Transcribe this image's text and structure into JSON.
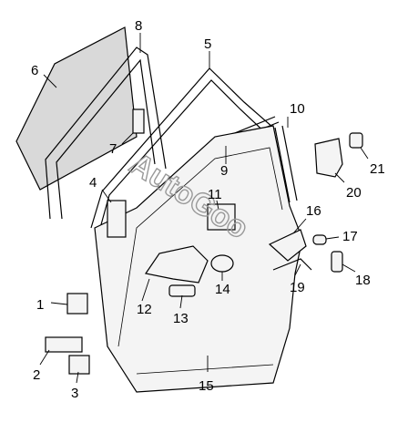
{
  "diagram": {
    "callouts": [
      {
        "id": "1",
        "text": "1"
      },
      {
        "id": "2",
        "text": "2"
      },
      {
        "id": "3",
        "text": "3"
      },
      {
        "id": "4",
        "text": "4"
      },
      {
        "id": "5",
        "text": "5"
      },
      {
        "id": "6",
        "text": "6"
      },
      {
        "id": "7",
        "text": "7"
      },
      {
        "id": "8",
        "text": "8"
      },
      {
        "id": "9",
        "text": "9"
      },
      {
        "id": "10",
        "text": "10"
      },
      {
        "id": "11",
        "text": "11"
      },
      {
        "id": "12",
        "text": "12"
      },
      {
        "id": "13",
        "text": "13"
      },
      {
        "id": "14",
        "text": "14"
      },
      {
        "id": "15",
        "text": "15"
      },
      {
        "id": "16",
        "text": "16"
      },
      {
        "id": "17",
        "text": "17"
      },
      {
        "id": "18",
        "text": "18"
      },
      {
        "id": "19",
        "text": "19"
      },
      {
        "id": "20",
        "text": "20"
      },
      {
        "id": "21",
        "text": "21"
      }
    ],
    "watermark": "AutoGoo"
  },
  "colors": {
    "line": "#000000",
    "glass": "#d9d9d9",
    "watermark": "#999999",
    "background": "#ffffff"
  }
}
